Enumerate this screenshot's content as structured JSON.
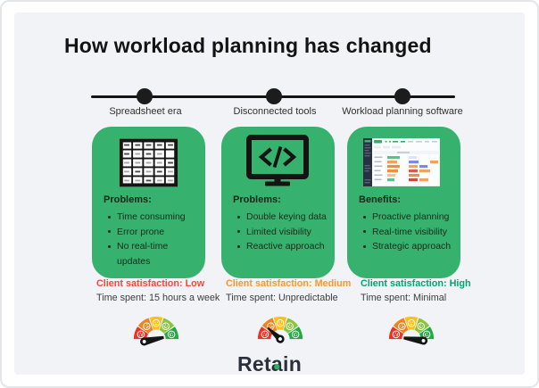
{
  "title": "How workload planning has changed",
  "timeline": {
    "stages": [
      "Spreadsheet era",
      "Disconnected tools",
      "Workload planning software"
    ]
  },
  "columns": [
    {
      "card": {
        "icon": "spreadsheet-grid-icon",
        "heading": "Problems:",
        "items": [
          "Time consuming",
          "Error prone",
          "No real-time updates"
        ]
      },
      "satisfaction_label": "Client satisfaction: Low",
      "satisfaction_level": "Low",
      "time_spent": "Time spent: 15 hours a week",
      "gauge_level": "low"
    },
    {
      "card": {
        "icon": "code-monitor-icon",
        "heading": "Problems:",
        "items": [
          "Double keying data",
          "Limited visibility",
          "Reactive approach"
        ]
      },
      "satisfaction_label": "Client satisfaction: Medium",
      "satisfaction_level": "Medium",
      "time_spent": "Time spent: Unpredictable",
      "gauge_level": "medium"
    },
    {
      "card": {
        "icon": "workload-software-screenshot",
        "heading": "Benefits:",
        "items": [
          "Proactive planning",
          "Real-time visibility",
          "Strategic approach"
        ]
      },
      "satisfaction_label": "Client satisfaction: High",
      "satisfaction_level": "High",
      "time_spent": "Time spent: Minimal",
      "gauge_level": "high"
    }
  ],
  "logo": {
    "pre": "Ret",
    "a": "a",
    "post": "in"
  },
  "colors": {
    "card_green": "#37b26e",
    "panel_bg": "#f2f3f7",
    "satisfaction_low": "#f4483a",
    "satisfaction_medium": "#f8982a",
    "satisfaction_high": "#02a56d",
    "gauge_segments": [
      "#ec3323",
      "#f0811c",
      "#fcc016",
      "#8bc540",
      "#27a845"
    ],
    "logo_dot": "#2eb163",
    "timeline_black": "#1c1c1c"
  }
}
